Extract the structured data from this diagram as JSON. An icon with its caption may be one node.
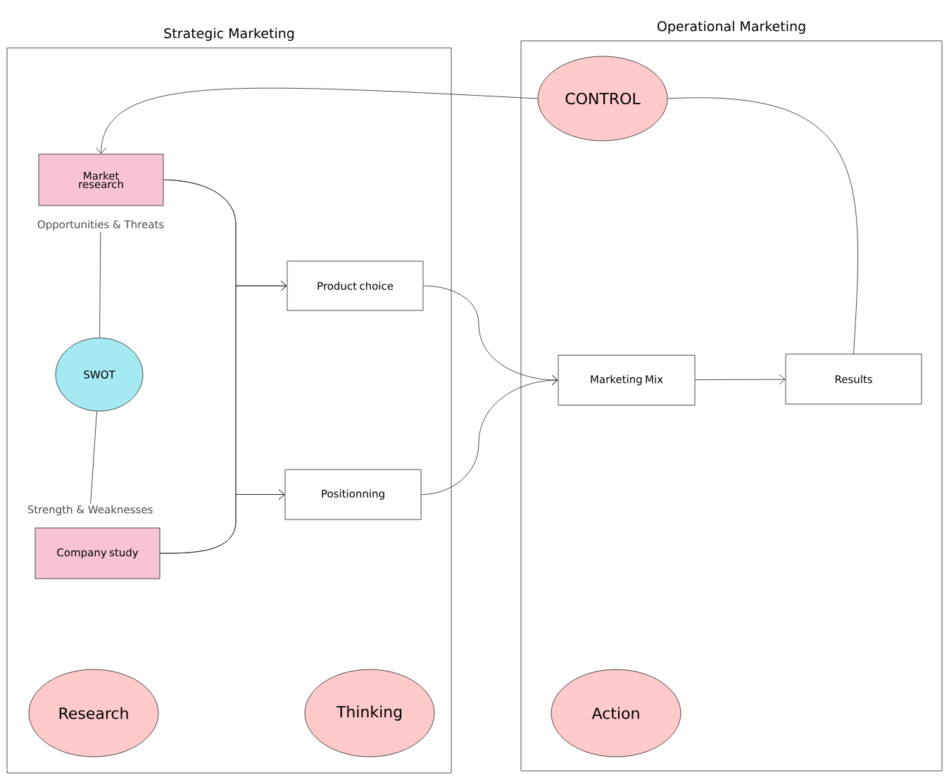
{
  "diagram": {
    "nodes": [
      {
        "text": [
          "Strategic Marketing"
        ]
      },
      {
        "text": [
          "Operational Marketing"
        ]
      },
      {
        "text": [
          "Market research"
        ],
        "in": 0
      },
      {
        "text": [
          "Opportunities & Threats"
        ],
        "in": 0
      },
      {
        "text": [
          "SWOT"
        ],
        "in": 0
      },
      {
        "text": [
          "Strength & Weaknesses"
        ],
        "in": 0
      },
      {
        "text": [
          "Company study"
        ],
        "in": 0
      },
      {
        "text": [
          "Product choice"
        ],
        "in": 0
      },
      {
        "text": [
          "Positionning"
        ],
        "in": 0
      },
      {
        "text": [
          "Research"
        ],
        "in": 0
      },
      {
        "text": [
          "Thinking"
        ],
        "in": 0
      },
      {
        "text": [
          "CONTROL"
        ],
        "in": 1
      },
      {
        "text": [
          "Marketing Mix"
        ],
        "in": 1
      },
      {
        "text": [
          "Results"
        ],
        "in": 1
      },
      {
        "text": [
          "Action"
        ],
        "in": 1
      }
    ],
    "edges": [
      {
        "from": 11,
        "to": 2,
        "arrow": "to"
      },
      {
        "from": 13,
        "to": 11,
        "arrow": "none"
      },
      {
        "from": 2,
        "to": 7,
        "arrow": "to"
      },
      {
        "from": 2,
        "to": 8,
        "arrow": "to"
      },
      {
        "from": 6,
        "to": 7,
        "arrow": "to"
      },
      {
        "from": 6,
        "to": 8,
        "arrow": "to"
      },
      {
        "from": 7,
        "to": 12,
        "arrow": "to"
      },
      {
        "from": 8,
        "to": 12,
        "arrow": "to"
      },
      {
        "from": 12,
        "to": 13,
        "arrow": "to"
      },
      {
        "from": 4,
        "to": 3,
        "arrow": "none"
      },
      {
        "from": 4,
        "to": 5,
        "arrow": "none"
      }
    ]
  }
}
